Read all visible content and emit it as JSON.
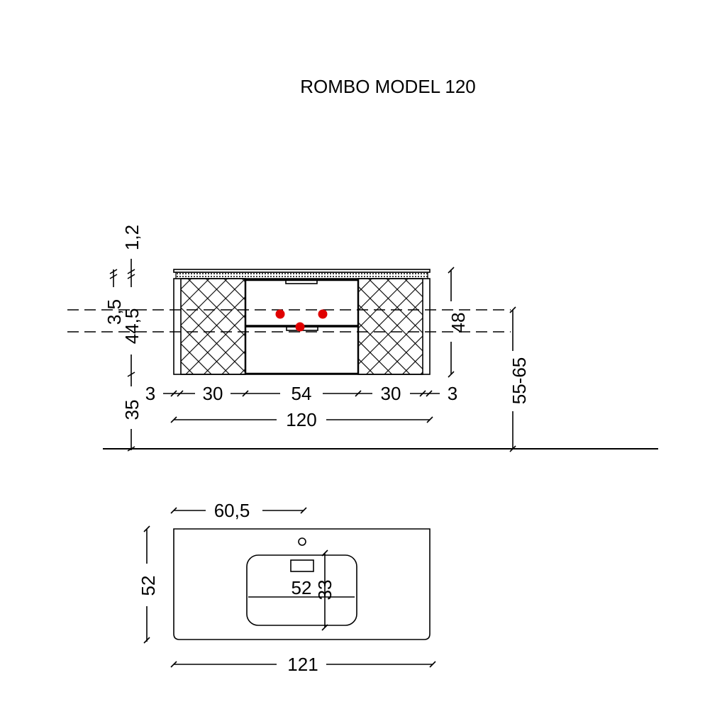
{
  "title": "ROMBO MODEL 120",
  "front_view": {
    "dims_vertical_left": [
      "1,2",
      "3,5",
      "44,5",
      "35"
    ],
    "dims_horizontal": [
      "3",
      "30",
      "54",
      "30",
      "3"
    ],
    "total_width": "120",
    "height_right": "48",
    "mount_height": "55-65",
    "marker_color": "#e00000"
  },
  "top_view": {
    "offset": "60,5",
    "depth": "52",
    "basin_width": "52",
    "basin_depth": "33",
    "total_width": "121"
  }
}
